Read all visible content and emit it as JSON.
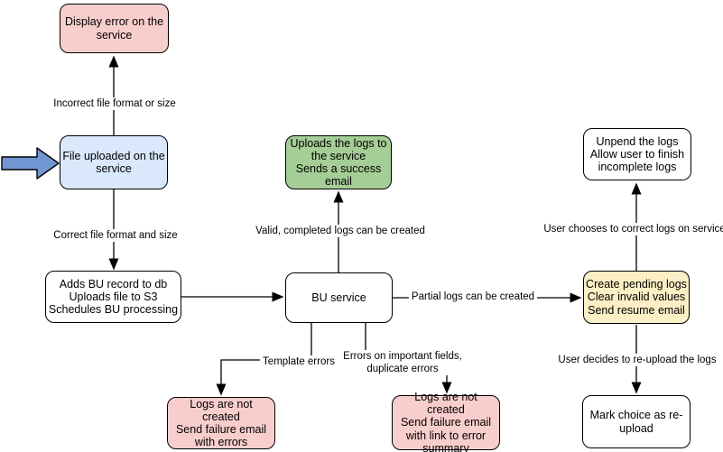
{
  "colors": {
    "node_border": "#000000",
    "pink_fill": "#F8CECC",
    "blue_fill": "#DAE8FC",
    "green_fill": "#A5CD96",
    "yellow_fill": "#FCEFC5",
    "white_fill": "#FFFFFF",
    "block_arrow_fill": "#7296D2",
    "line_color": "#000000",
    "background": "#FFFFFF"
  },
  "nodes": {
    "display_error": {
      "text": "Display error on the\nservice"
    },
    "file_uploaded": {
      "text": "File uploaded on the\nservice"
    },
    "adds_bu_record": {
      "text": "Adds BU record to db\nUploads file to S3\nSchedules BU processing"
    },
    "bu_service": {
      "text": "BU service"
    },
    "uploads_logs": {
      "text": "Uploads the logs to\nthe service\nSends a success\nemail"
    },
    "logs_not_created_errors": {
      "text": "Logs are not created\nSend failure email\nwith errors"
    },
    "logs_not_created_summary": {
      "text": "Logs are not created\nSend failure email\nwith link to error\nsummary"
    },
    "create_pending": {
      "text": "Create pending logs\nClear invalid values\nSend resume email"
    },
    "unpend_logs": {
      "text": "Unpend the logs\nAllow user to finish\nincomplete logs"
    },
    "mark_reupload": {
      "text": "Mark choice as re-\nupload"
    }
  },
  "edge_labels": {
    "incorrect_file": "Incorrect file format or size",
    "correct_file": "Correct file format and size",
    "valid_completed": "Valid, completed logs can be created",
    "partial_logs": "Partial logs can be created",
    "template_errors": "Template errors",
    "errors_important": "Errors on important fields,\nduplicate errors",
    "user_corrects": "User chooses to correct logs on service",
    "user_reuploads": "User decides to re-upload the logs"
  }
}
